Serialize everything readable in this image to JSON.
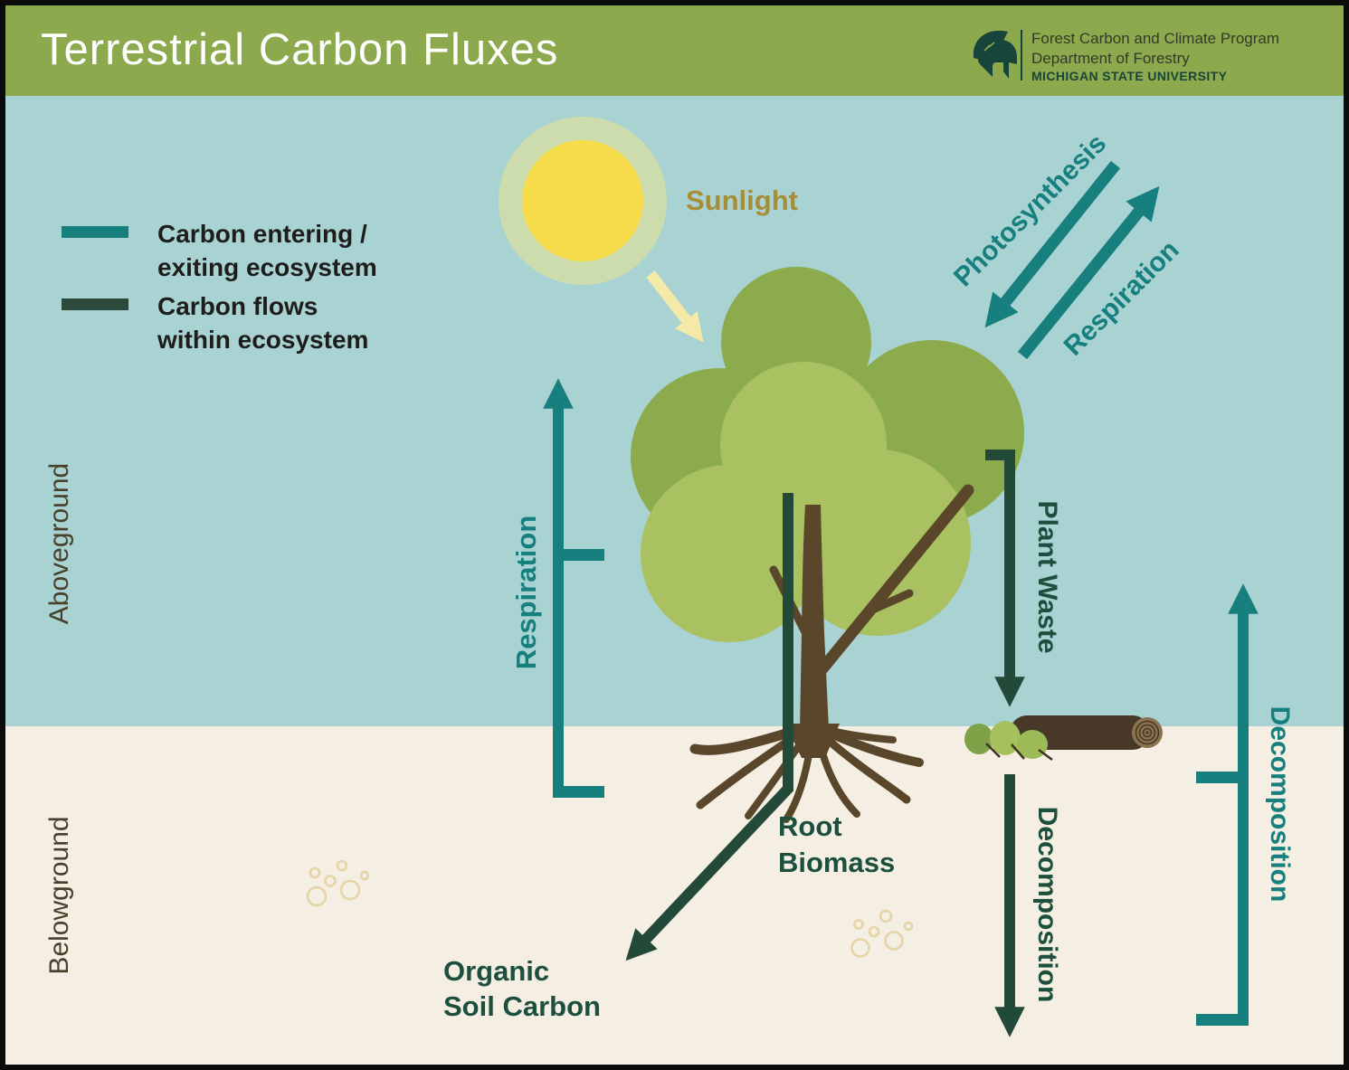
{
  "header": {
    "title": "Terrestrial Carbon Fluxes",
    "org_line1": "Forest Carbon and Climate Program",
    "org_line2": "Department of Forestry",
    "org_line3": "MICHIGAN STATE UNIVERSITY"
  },
  "legend": {
    "items": [
      {
        "label": "Carbon entering /\nexiting ecosystem",
        "color": "#17807f"
      },
      {
        "label": "Carbon flows\nwithin ecosystem",
        "color": "#2c493c"
      }
    ]
  },
  "zones": {
    "aboveground": "Aboveground",
    "belowground": "Belowground"
  },
  "labels": {
    "sunlight": "Sunlight",
    "photosynthesis": "Photosynthesis",
    "respiration_diagonal": "Respiration",
    "respiration_left": "Respiration",
    "plant_waste": "Plant Waste",
    "decomposition_internal": "Decomposition",
    "decomposition_exit": "Decomposition",
    "root_biomass": "Root\nBiomass",
    "organic_soil_carbon": "Organic\nSoil Carbon"
  },
  "colors": {
    "header_green": "#8ca94d",
    "sky_blue": "#a9d2d3",
    "soil_cream": "#f4efe2",
    "teal_flux": "#17807f",
    "dark_green_flux": "#234a39",
    "label_dark_green": "#1d4f3f",
    "sun_yellow": "#f7dd4b",
    "sun_halo": "#ccdcad",
    "sun_arrow_yellow": "#f5e9a7",
    "sunlight_text": "#a78d35",
    "zone_label_brown": "#46412a",
    "trunk_brown": "#5a472b",
    "log_brown": "#473828",
    "log_endcap": "#8a7450",
    "bubble_tan": "#e6d3a6",
    "msu_green": "#17453b",
    "canopy_dark": "#8cab4d",
    "canopy_light": "#a9c161"
  }
}
